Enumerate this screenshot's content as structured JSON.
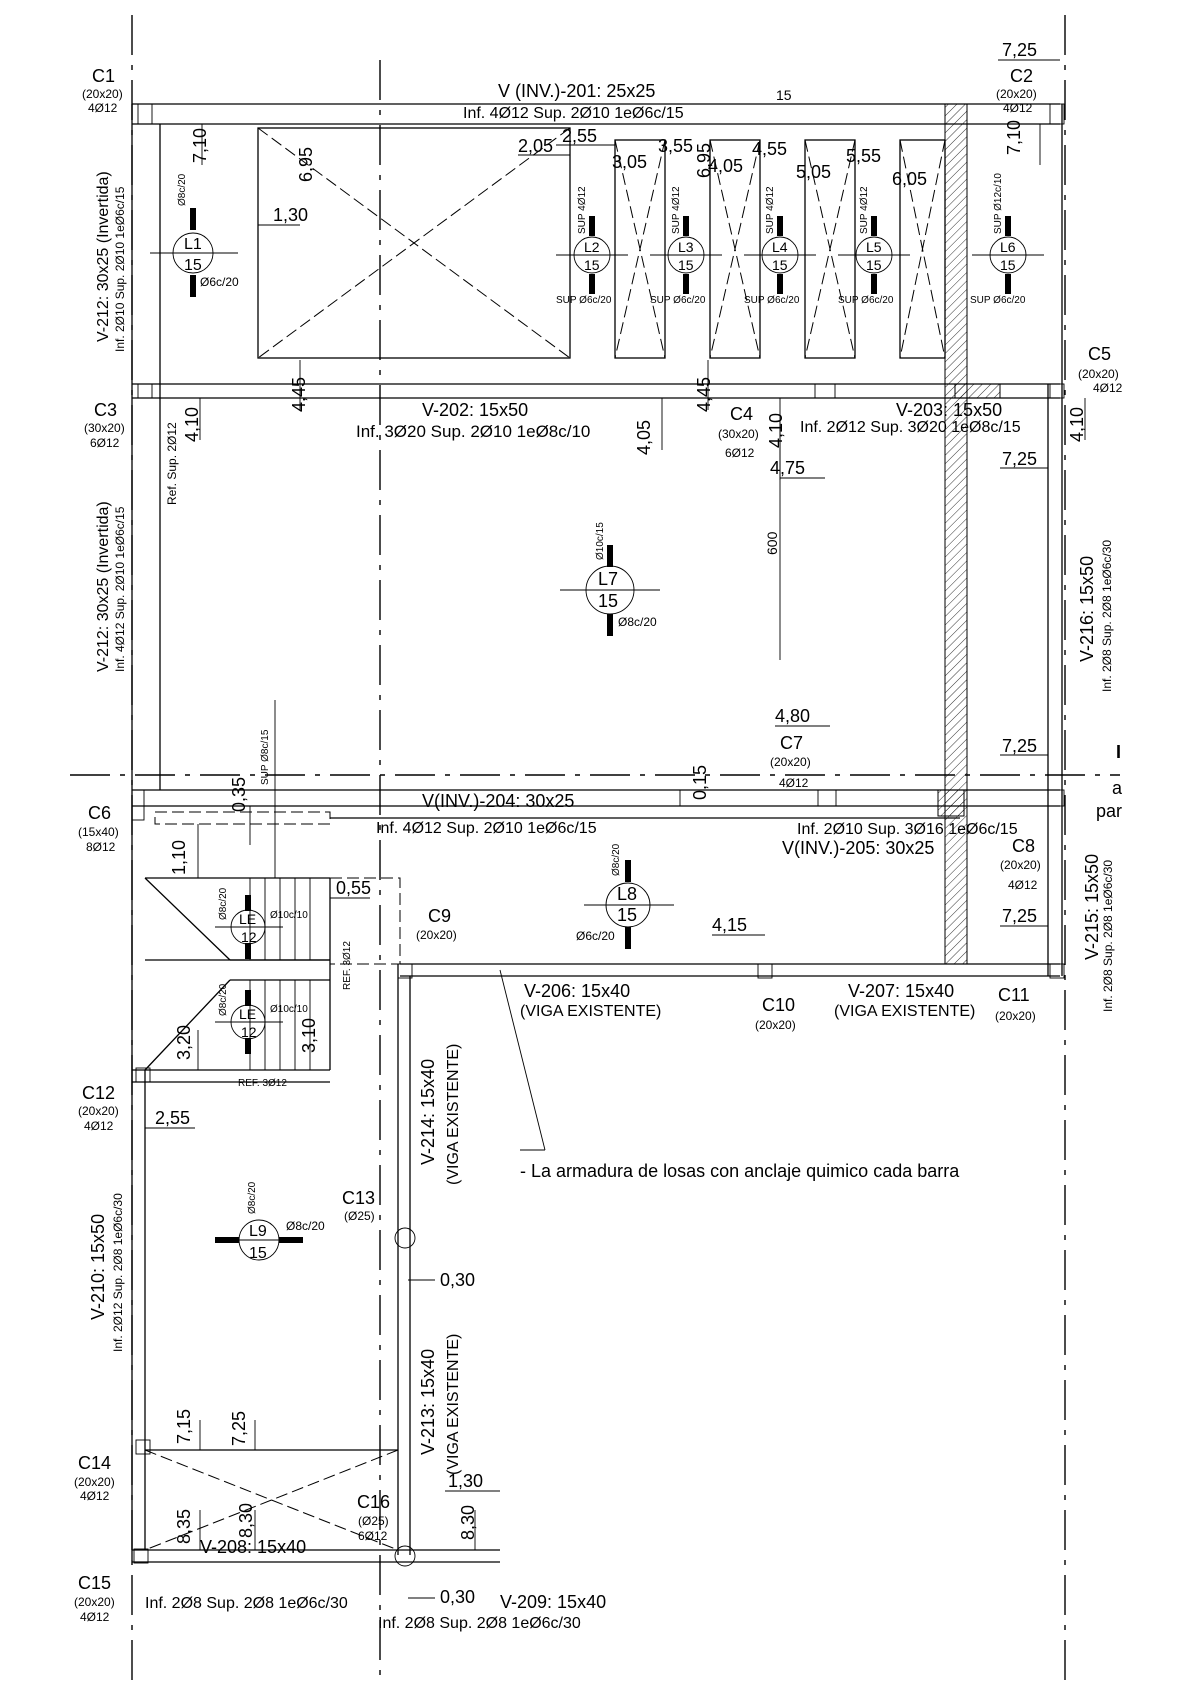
{
  "columns": [
    {
      "id": "c1",
      "name": "C1",
      "size": "(20x20)",
      "rebar": "4Ø12"
    },
    {
      "id": "c2",
      "name": "C2",
      "size": "(20x20)",
      "rebar": "4Ø12"
    },
    {
      "id": "c3",
      "name": "C3",
      "size": "(30x20)",
      "rebar": "6Ø12"
    },
    {
      "id": "c4",
      "name": "C4",
      "size": "(30x20)",
      "rebar": "6Ø12"
    },
    {
      "id": "c5",
      "name": "C5",
      "size": "(20x20)",
      "rebar": "4Ø12"
    },
    {
      "id": "c6",
      "name": "C6",
      "size": "(15x40)",
      "rebar": "8Ø12"
    },
    {
      "id": "c7",
      "name": "C7",
      "size": "(20x20)",
      "rebar": "4Ø12"
    },
    {
      "id": "c8",
      "name": "C8",
      "size": "(20x20)",
      "rebar": "4Ø12"
    },
    {
      "id": "c9",
      "name": "C9",
      "size": "(20x20)",
      "rebar": ""
    },
    {
      "id": "c10",
      "name": "C10",
      "size": "(20x20)",
      "rebar": ""
    },
    {
      "id": "c11",
      "name": "C11",
      "size": "(20x20)",
      "rebar": ""
    },
    {
      "id": "c12",
      "name": "C12",
      "size": "(20x20)",
      "rebar": "4Ø12"
    },
    {
      "id": "c13",
      "name": "C13",
      "size": "(Ø25)",
      "rebar": ""
    },
    {
      "id": "c14",
      "name": "C14",
      "size": "(20x20)",
      "rebar": "4Ø12"
    },
    {
      "id": "c15",
      "name": "C15",
      "size": "(20x20)",
      "rebar": "4Ø12"
    },
    {
      "id": "c16",
      "name": "C16",
      "size": "(Ø25)",
      "rebar": "6Ø12"
    }
  ],
  "beams": [
    {
      "id": "v201",
      "name": "V (INV.)-201: 25x25",
      "rebar": "Inf. 4Ø12 Sup. 2Ø10 1eØ6c/15"
    },
    {
      "id": "v202",
      "name": "V-202: 15x50",
      "rebar": "Inf. 3Ø20 Sup. 2Ø10 1eØ8c/10"
    },
    {
      "id": "v203",
      "name": "V-203: 15x50",
      "rebar": "Inf. 2Ø12 Sup. 3Ø20 1eØ8c/15"
    },
    {
      "id": "v204",
      "name": "V(INV.)-204: 30x25",
      "rebar": "Inf. 4Ø12 Sup. 2Ø10 1eØ6c/15"
    },
    {
      "id": "v205",
      "name": "V(INV.)-205: 30x25",
      "rebar": "Inf. 2Ø10 Sup. 3Ø16 1eØ6c/15"
    },
    {
      "id": "v206",
      "name": "V-206: 15x40",
      "rebar": "(VIGA EXISTENTE)"
    },
    {
      "id": "v207",
      "name": "V-207: 15x40",
      "rebar": "(VIGA EXISTENTE)"
    },
    {
      "id": "v208",
      "name": "V-208: 15x40",
      "rebar": "Inf. 2Ø8 Sup. 2Ø8 1eØ6c/30"
    },
    {
      "id": "v209",
      "name": "V-209: 15x40",
      "rebar": "Inf. 2Ø8 Sup. 2Ø8 1eØ6c/30"
    },
    {
      "id": "v210",
      "name": "V-210: 15x50",
      "rebar": "Inf. 2Ø12 Sup. 2Ø8 1eØ6c/30"
    },
    {
      "id": "v212a",
      "name": "V-212: 30x25 (Invertida)",
      "rebar": "Inf. 2Ø10 Sup. 2Ø10 1eØ6c/15"
    },
    {
      "id": "v212b",
      "name": "V-212: 30x25 (Invertida)",
      "rebar": "Inf. 4Ø12 Sup. 2Ø10 1eØ6c/15"
    },
    {
      "id": "v213",
      "name": "V-213: 15x40",
      "rebar": "(VIGA EXISTENTE)"
    },
    {
      "id": "v214",
      "name": "V-214: 15x40",
      "rebar": "(VIGA EXISTENTE)"
    },
    {
      "id": "v215",
      "name": "V-215: 15x50",
      "rebar": "Inf. 2Ø8 Sup. 2Ø8 1eØ6c/30"
    },
    {
      "id": "v216",
      "name": "V-216: 15x50",
      "rebar": "Inf. 2Ø8 Sup. 2Ø8 1eØ6c/30"
    }
  ],
  "slabs": [
    {
      "id": "l1",
      "name": "L1",
      "thickness": "15",
      "bar_top": "Ø8c/20",
      "bar_side": "Ø6c/20"
    },
    {
      "id": "l2",
      "name": "L2",
      "thickness": "15",
      "bar_top": "SUP 4Ø12",
      "bar_side": "SUP Ø6c/20"
    },
    {
      "id": "l3",
      "name": "L3",
      "thickness": "15",
      "bar_top": "SUP 4Ø12",
      "bar_side": "SUP Ø6c/20"
    },
    {
      "id": "l4",
      "name": "L4",
      "thickness": "15",
      "bar_top": "SUP 4Ø12",
      "bar_side": "SUP Ø6c/20"
    },
    {
      "id": "l5",
      "name": "L5",
      "thickness": "15",
      "bar_top": "SUP 4Ø12",
      "bar_side": "SUP Ø6c/20"
    },
    {
      "id": "l6",
      "name": "L6",
      "thickness": "15",
      "bar_top": "SUP Ø12c/10",
      "bar_side": "SUP Ø6c/20"
    },
    {
      "id": "l7",
      "name": "L7",
      "thickness": "15",
      "bar_top": "Ø10c/15",
      "bar_side": "Ø8c/20"
    },
    {
      "id": "l8",
      "name": "L8",
      "thickness": "15",
      "bar_top": "Ø8c/20",
      "bar_side": "Ø6c/20"
    },
    {
      "id": "le1",
      "name": "LE",
      "thickness": "12",
      "bar_top": "Ø8c/20",
      "bar_side": "Ø10c/10"
    },
    {
      "id": "le2",
      "name": "LE",
      "thickness": "12",
      "bar_top": "Ø8c/20",
      "bar_side": "Ø10c/10"
    },
    {
      "id": "l9",
      "name": "L9",
      "thickness": "15",
      "bar_top": "Ø8c/20",
      "bar_side": "Ø8c/20"
    }
  ],
  "dims": {
    "d725a": "7,25",
    "d710a": "7,10",
    "d695": "6,95",
    "d205": "2,05",
    "d255": "2,55",
    "d305": "3,05",
    "d355": "3,55",
    "d395": "6,95",
    "d405b": "4,05",
    "d455": "4,55",
    "d505": "5,05",
    "d555": "5,55",
    "d605": "6,05",
    "d710b": "7,10",
    "d130a": "1,30",
    "d445a": "4,45",
    "d445b": "4,45",
    "d410a": "4,10",
    "d405": "4,05",
    "d410b": "4,10",
    "d410c": "4,10",
    "d475": "4,75",
    "d725b": "7,25",
    "d600": "600",
    "d480": "4,80",
    "d725c": "7,25",
    "d035": "0,35",
    "d015": "0,15",
    "d110": "1,10",
    "d055": "0,55",
    "d310": "3,10",
    "d725d": "7,25",
    "d415": "4,15",
    "d320": "3,20",
    "d255b": "2,55",
    "d030a": "0,30",
    "d715": "7,15",
    "d725e": "7,25",
    "d835": "8,35",
    "d830a": "8,30",
    "d130b": "1,30",
    "d830b": "8,30",
    "d030b": "0,30",
    "d15": "15"
  },
  "labels": {
    "ref_sup": "Ref. Sup. 2Ø12",
    "sup_bar": "SUP Ø8c/15",
    "ref3": "REF. 3Ø12",
    "ref3b": "REF. 3Ø12",
    "note": "- La armadura de losas con anclaje quimico cada barra",
    "edge_a": "a",
    "edge_par": "par",
    "edge_i": "I"
  }
}
